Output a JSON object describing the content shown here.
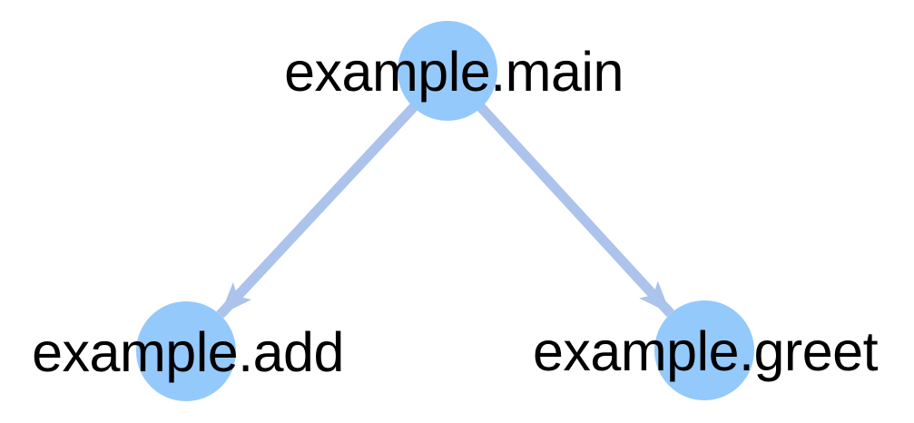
{
  "diagram": {
    "nodes": [
      {
        "id": "example.main",
        "label": "example.main"
      },
      {
        "id": "example.add",
        "label": "example.add"
      },
      {
        "id": "example.greet",
        "label": "example.greet"
      }
    ],
    "edges": [
      {
        "from": "example.main",
        "to": "example.add"
      },
      {
        "from": "example.main",
        "to": "example.greet"
      }
    ],
    "colors": {
      "node_fill": "#94C9FC",
      "edge": "#ACC3EC",
      "label_text": "#000000",
      "background": "#FFFFFF"
    }
  }
}
